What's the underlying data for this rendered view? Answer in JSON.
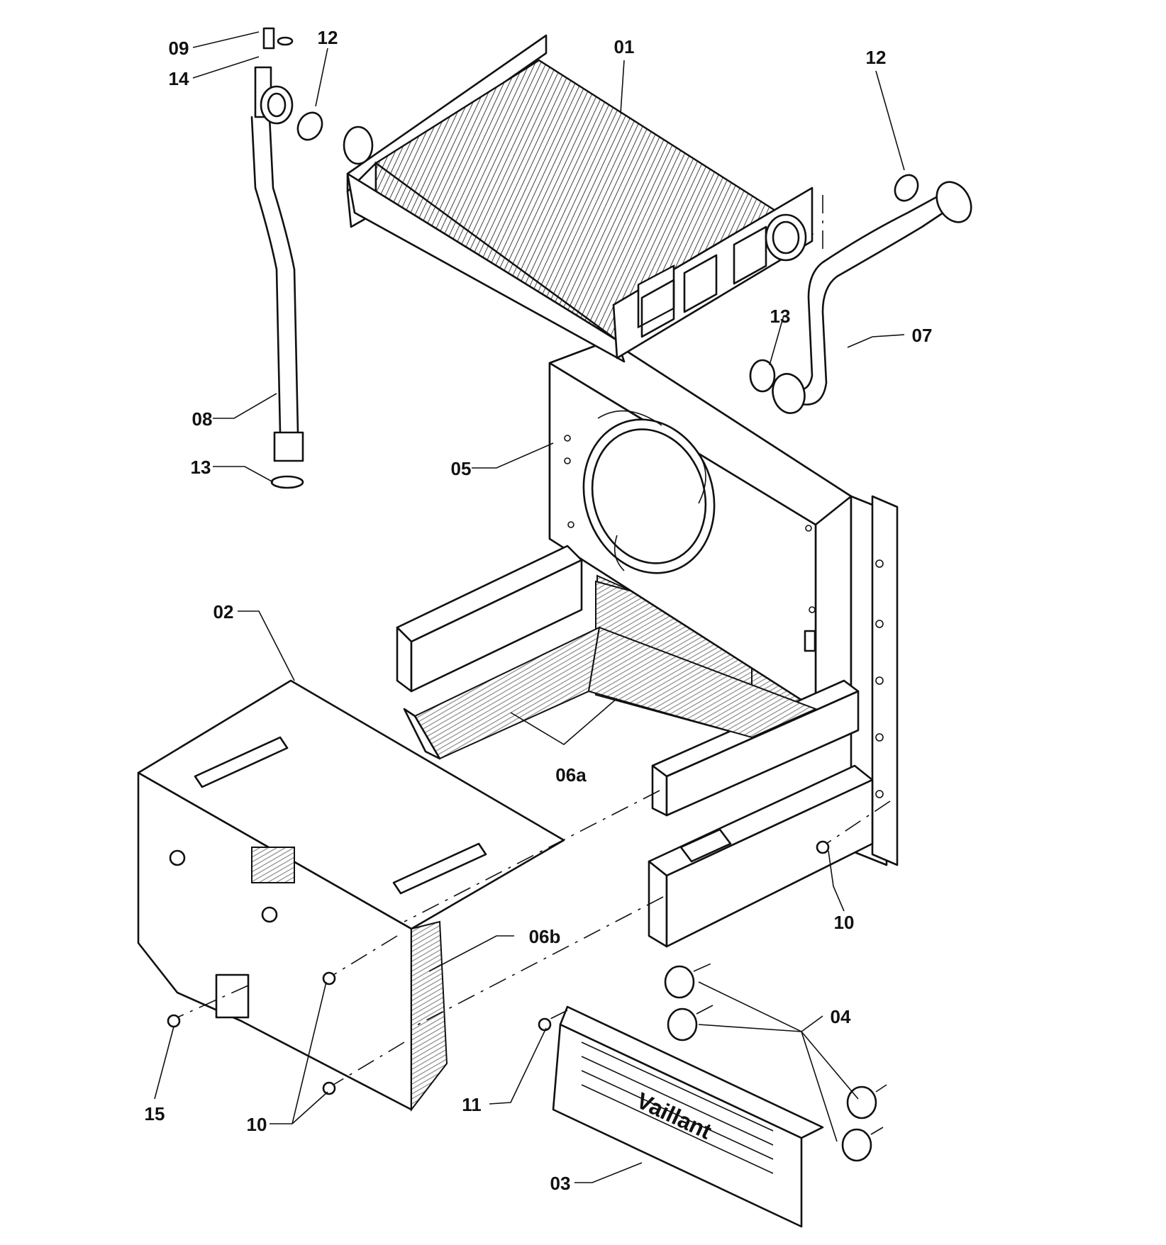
{
  "diagram": {
    "colors": {
      "line": "#111111",
      "background": "#ffffff",
      "hatch": "#8a8a8a"
    },
    "parts": [
      {
        "id": "01",
        "label": "01"
      },
      {
        "id": "02",
        "label": "02"
      },
      {
        "id": "03",
        "label": "03"
      },
      {
        "id": "04",
        "label": "04"
      },
      {
        "id": "05",
        "label": "05"
      },
      {
        "id": "06a",
        "label": "06a"
      },
      {
        "id": "06b",
        "label": "06b"
      },
      {
        "id": "07",
        "label": "07"
      },
      {
        "id": "08",
        "label": "08"
      },
      {
        "id": "09",
        "label": "09"
      },
      {
        "id": "10a",
        "label": "10"
      },
      {
        "id": "10b",
        "label": "10"
      },
      {
        "id": "11",
        "label": "11"
      },
      {
        "id": "12a",
        "label": "12"
      },
      {
        "id": "12b",
        "label": "12"
      },
      {
        "id": "13a",
        "label": "13"
      },
      {
        "id": "13b",
        "label": "13"
      },
      {
        "id": "14",
        "label": "14"
      },
      {
        "id": "15",
        "label": "15"
      }
    ],
    "brand_logo_text": "Vaillant"
  }
}
